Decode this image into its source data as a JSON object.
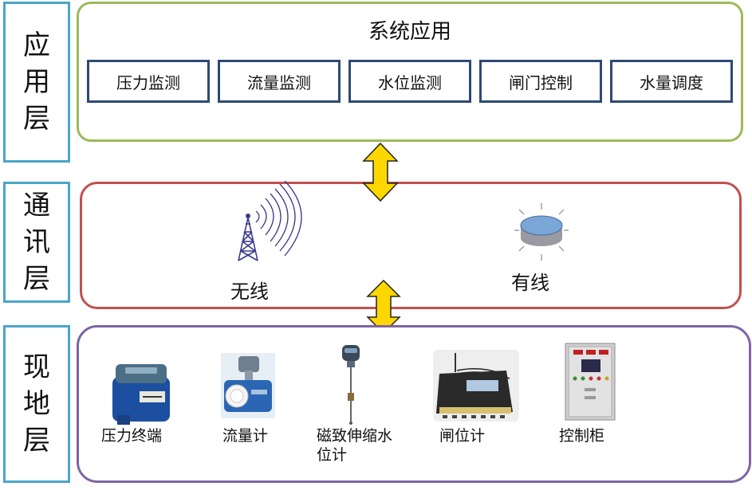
{
  "layers": {
    "application": {
      "label_chars": [
        "应",
        "用",
        "层"
      ]
    },
    "communication": {
      "label_chars": [
        "通",
        "讯",
        "层"
      ]
    },
    "field": {
      "label_chars": [
        "现",
        "地",
        "层"
      ]
    }
  },
  "application_panel": {
    "title": "系统应用",
    "modules": [
      "压力监测",
      "流量监测",
      "水位监测",
      "闸门控制",
      "水量调度"
    ]
  },
  "communication_panel": {
    "wireless_label": "无线",
    "wired_label": "有线"
  },
  "field_panel": {
    "devices": [
      {
        "label": "压力终端"
      },
      {
        "label": "流量计"
      },
      {
        "label_line1": "磁致伸缩水",
        "label_line2": "位计"
      },
      {
        "label": "闸位计"
      },
      {
        "label": "控制柜"
      }
    ]
  },
  "colors": {
    "layer_label_border": "#4aa6c8",
    "application_border": "#9bbb59",
    "communication_border": "#c0504d",
    "field_border": "#8064a2",
    "module_border": "#2e4a74",
    "arrow_fill": "#ffd700"
  },
  "icons": [
    "wireless-tower-icon",
    "database-disk-icon",
    "pressure-terminal-icon",
    "flow-meter-icon",
    "magnetostrictive-level-meter-icon",
    "gate-position-meter-icon",
    "control-cabinet-icon",
    "double-arrow-icon"
  ]
}
